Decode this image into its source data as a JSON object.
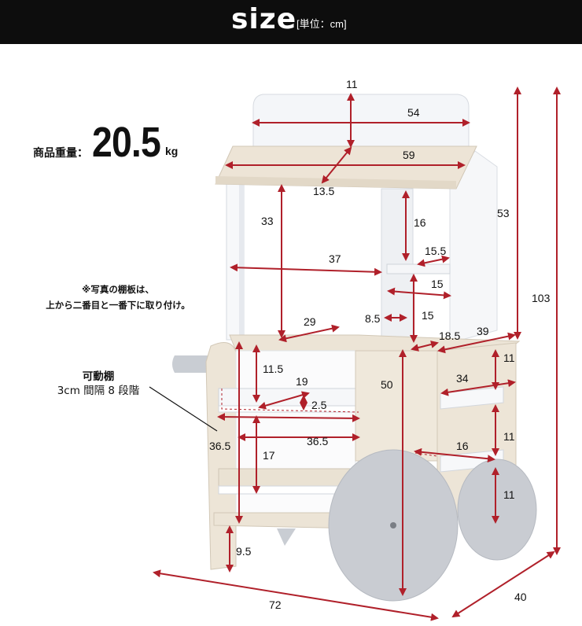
{
  "header": {
    "title": "size",
    "unit": "[単位：cm]"
  },
  "weight": {
    "label": "商品重量：",
    "value": "20.5",
    "unit": "kg"
  },
  "note": {
    "line1": "※写真の棚板は、",
    "line2": "上から二番目と一番下に取り付け。"
  },
  "shelf_note": {
    "line1": "可動棚",
    "line2": "3cm 間隔 8 段階"
  },
  "colors": {
    "header_bg": "#0d0d0d",
    "arrow": "#b0202a",
    "wood": "#ece4d6",
    "white": "#f7f8fa",
    "wheel": "#c9ccd2"
  },
  "dimensions": {
    "sign_thickness": "11",
    "sign_width": "54",
    "roof_width": "59",
    "roof_depth": "13.5",
    "overall_upper_height": "53",
    "total_height": "103",
    "inner_upper_height": "33",
    "inner_upper_width": "37",
    "pillar_gap": "16",
    "small_shelf_width": "15.5",
    "small_shelf_depth": "15",
    "small_shelf_height": "15",
    "small_shelf_offset": "8.5",
    "shelf_spacing": "29",
    "right_top_depth": "18.5",
    "right_width": "39",
    "right_shelf_1": "11",
    "right_shelf_width": "34",
    "right_shelf_2": "11",
    "right_shelf_3": "11",
    "right_shelf_depth": "16",
    "counter_height": "50",
    "left_top_gap": "11.5",
    "shelf_depth": "19",
    "shelf_step": "2.5",
    "left_width_a": "36.5",
    "left_width_b": "36.5",
    "left_lower_gap": "17",
    "bottom_clearance": "9.5",
    "overall_width": "72",
    "overall_depth": "40"
  }
}
